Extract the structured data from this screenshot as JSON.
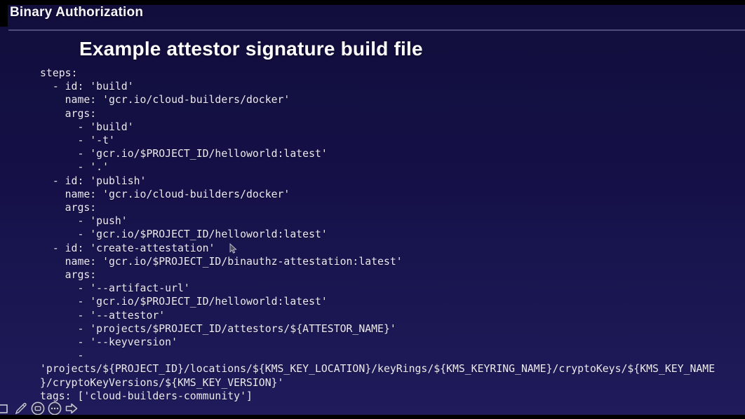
{
  "colors": {
    "background_top": "#110e3c",
    "background_bottom": "#201c5c",
    "letterbox": "#000000",
    "divider": "#8480ac",
    "text": "#eceaf2",
    "title": "#ffffff",
    "toolbar_icon": "#c9c9d6"
  },
  "header": {
    "title": "Binary Authorization"
  },
  "slide": {
    "title": "Example attestor signature build file"
  },
  "code": {
    "language": "yaml",
    "lines": [
      "steps:",
      "  - id: 'build'",
      "    name: 'gcr.io/cloud-builders/docker'",
      "    args:",
      "      - 'build'",
      "      - '-t'",
      "      - 'gcr.io/$PROJECT_ID/helloworld:latest'",
      "      - '.'",
      "  - id: 'publish'",
      "    name: 'gcr.io/cloud-builders/docker'",
      "    args:",
      "      - 'push'",
      "      - 'gcr.io/$PROJECT_ID/helloworld:latest'",
      "  - id: 'create-attestation'",
      "    name: 'gcr.io/$PROJECT_ID/binauthz-attestation:latest'",
      "    args:",
      "      - '--artifact-url'",
      "      - 'gcr.io/$PROJECT_ID/helloworld:latest'",
      "      - '--attestor'",
      "      - 'projects/$PROJECT_ID/attestors/${ATTESTOR_NAME}'",
      "      - '--keyversion'",
      "      -",
      "'projects/${PROJECT_ID}/locations/${KMS_KEY_LOCATION}/keyRings/${KMS_KEYRING_NAME}/cryptoKeys/${KMS_KEY_NAME",
      "}/cryptoKeyVersions/${KMS_KEY_VERSION}'",
      "tags: ['cloud-builders-community']"
    ]
  },
  "toolbar": {
    "icons": [
      "select-rectangle",
      "pencil",
      "laser-pointer",
      "more-options",
      "advance-arrow"
    ]
  }
}
